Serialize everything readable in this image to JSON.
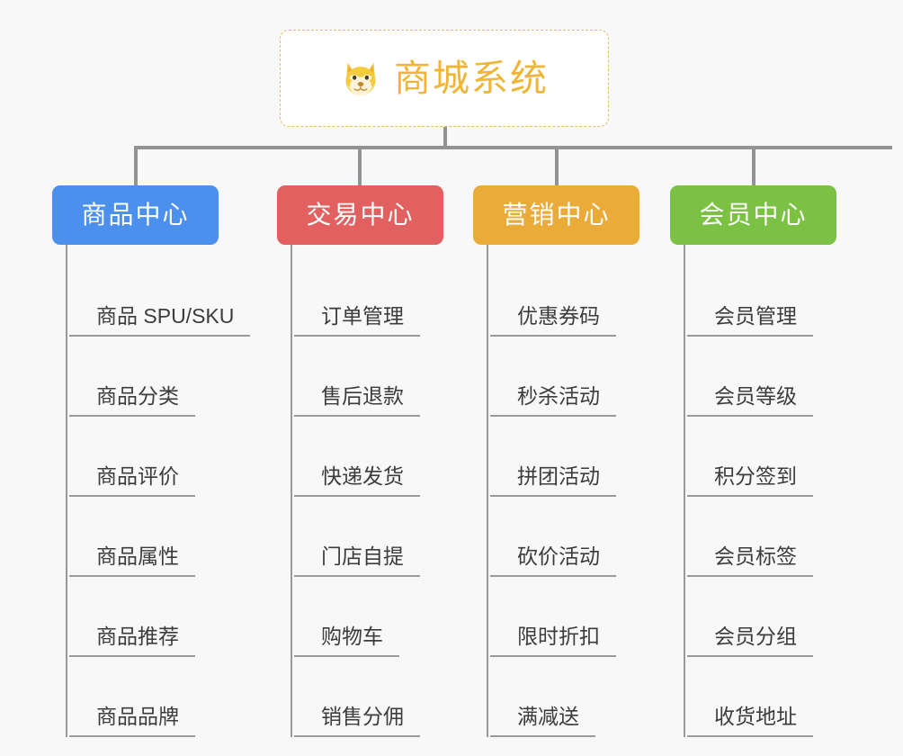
{
  "diagram": {
    "title": "商城系统",
    "root": {
      "label": "商城系统",
      "icon": "dog-face-icon",
      "text_color": "#f1b536",
      "border_color": "#e8b96a",
      "background": "#ffffff"
    },
    "background": "#f8f8f8",
    "connector_color": "#939393",
    "leaf_line_color": "#9a9a9a",
    "leaf_text_color": "#3c3c3c",
    "categories": [
      {
        "label": "商品中心",
        "color": "#4a90ec",
        "items": [
          "商品 SPU/SKU",
          "商品分类",
          "商品评价",
          "商品属性",
          "商品推荐",
          "商品品牌"
        ]
      },
      {
        "label": "交易中心",
        "color": "#e2605f",
        "items": [
          "订单管理",
          "售后退款",
          "快递发货",
          "门店自提",
          "购物车",
          "销售分佣"
        ]
      },
      {
        "label": "营销中心",
        "color": "#eaab39",
        "items": [
          "优惠券码",
          "秒杀活动",
          "拼团活动",
          "砍价活动",
          "限时折扣",
          "满减送"
        ]
      },
      {
        "label": "会员中心",
        "color": "#7bc143",
        "items": [
          "会员管理",
          "会员等级",
          "积分签到",
          "会员标签",
          "会员分组",
          "收货地址"
        ]
      }
    ]
  }
}
